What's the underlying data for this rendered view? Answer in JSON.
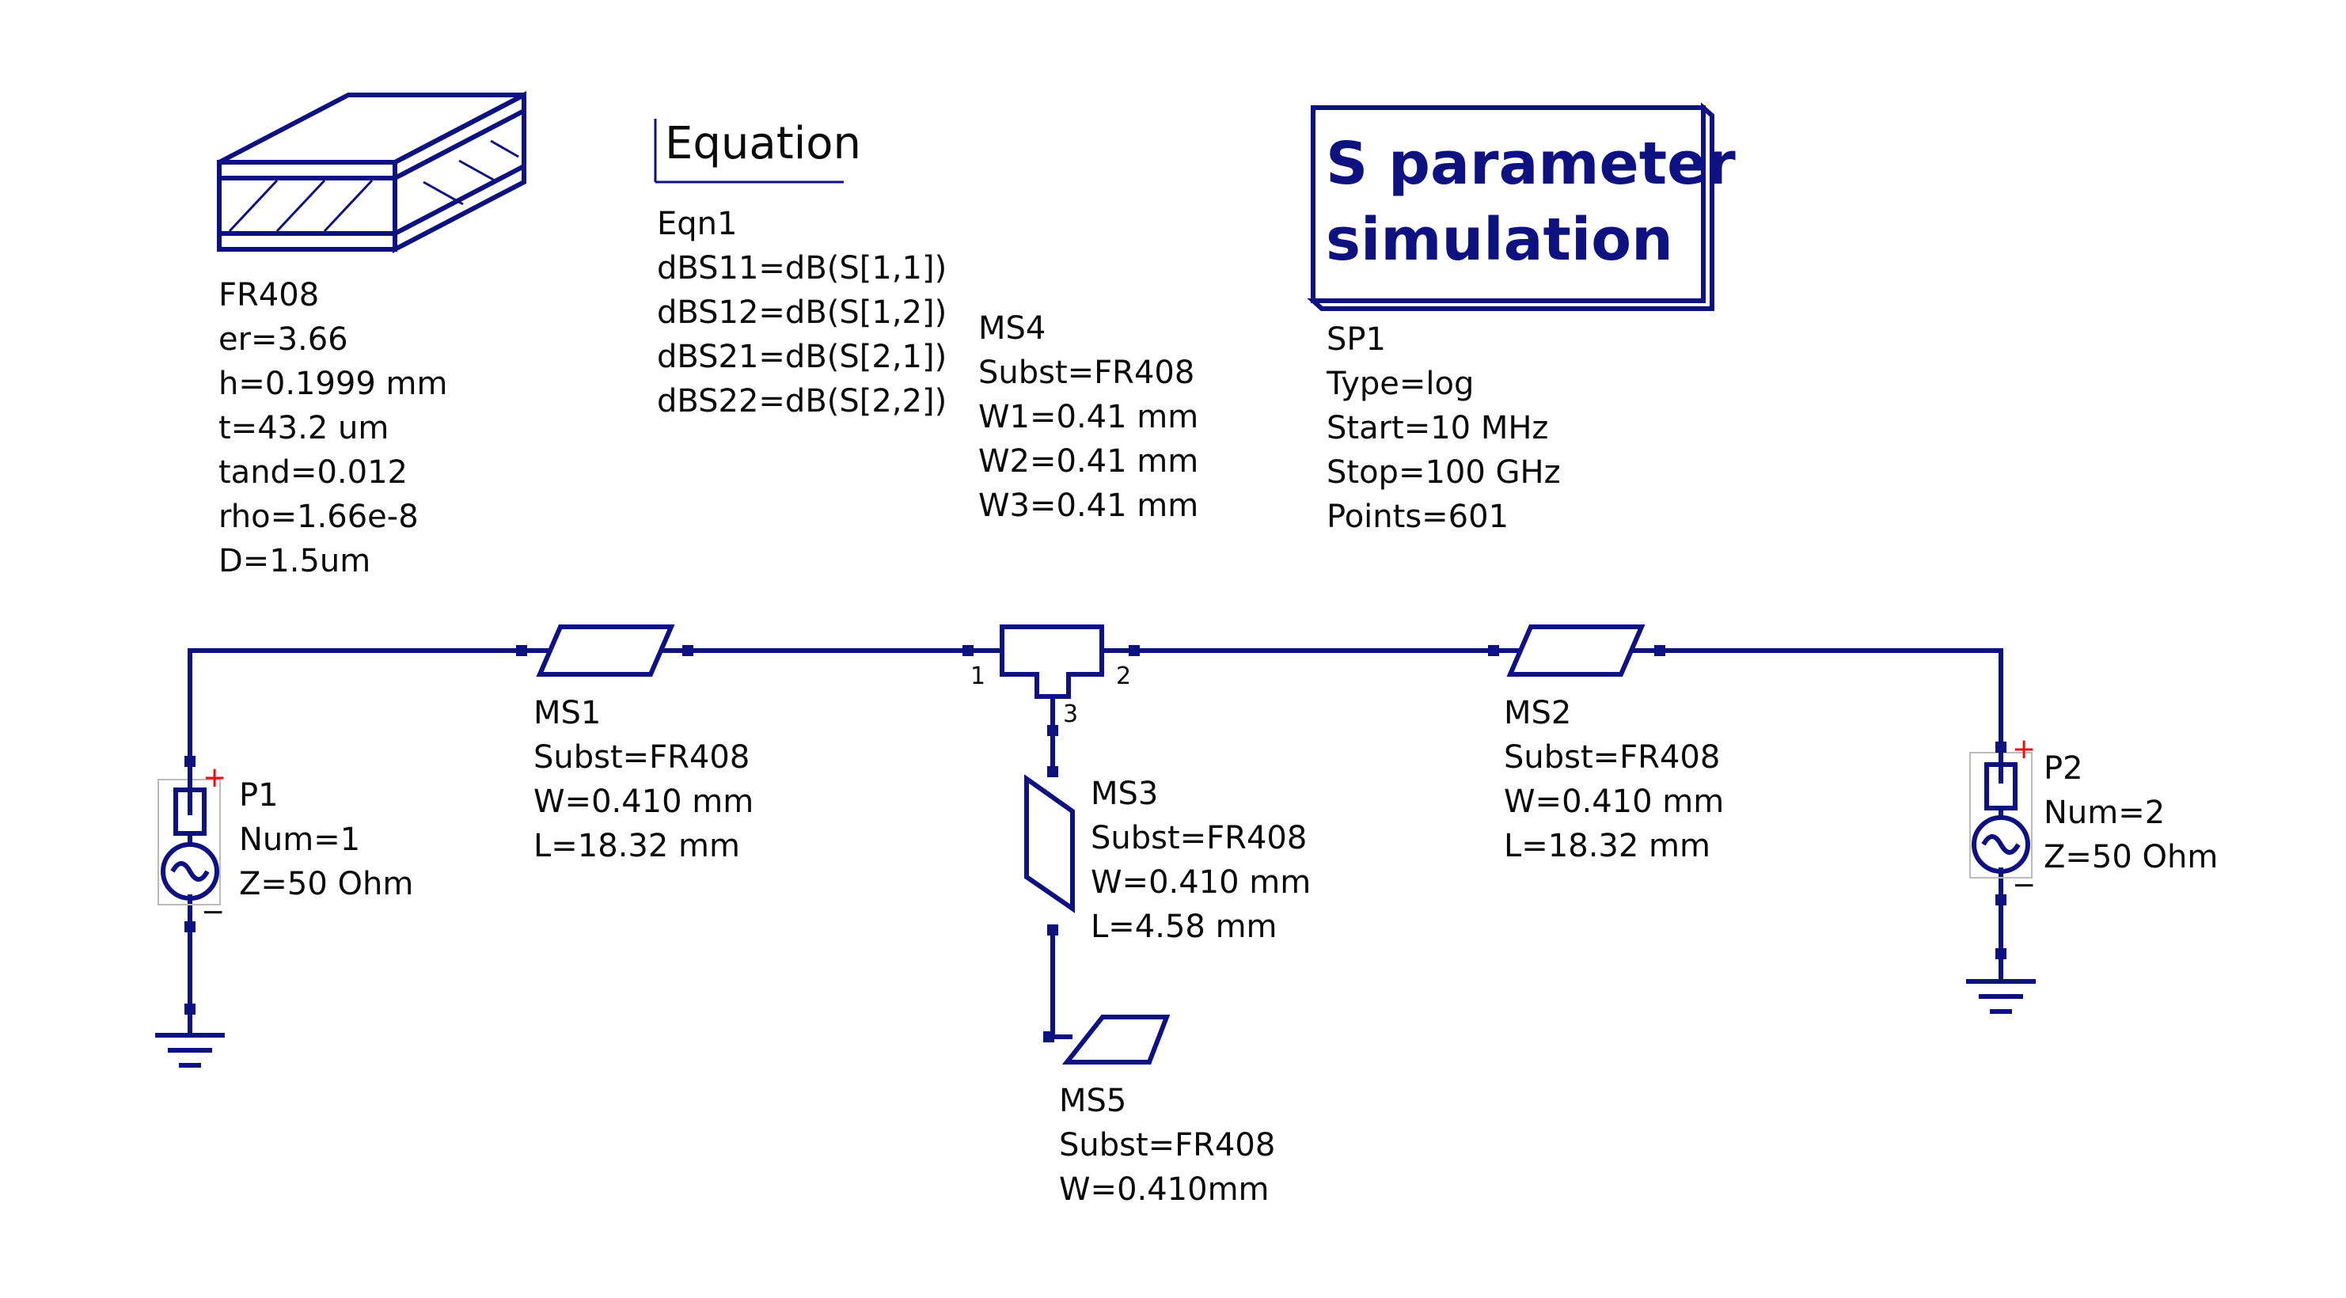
{
  "substrate": {
    "name": "FR408",
    "props": [
      "er=3.66",
      "h=0.1999 mm",
      "t=43.2 um",
      "tand=0.012",
      "rho=1.66e-8",
      "D=1.5um"
    ]
  },
  "equation": {
    "title": "Equation",
    "name": "Eqn1",
    "props": [
      "dBS11=dB(S[1,1])",
      "dBS12=dB(S[1,2])",
      "dBS21=dB(S[2,1])",
      "dBS22=dB(S[2,2])"
    ]
  },
  "tee": {
    "name": "MS4",
    "props": [
      "Subst=FR408",
      "W1=0.41 mm",
      "W2=0.41 mm",
      "W3=0.41 mm"
    ],
    "pin_labels": [
      "1",
      "2",
      "3"
    ]
  },
  "simulation": {
    "title_line1": "S parameter",
    "title_line2": "simulation",
    "name": "SP1",
    "props": [
      "Type=log",
      "Start=10 MHz",
      "Stop=100 GHz",
      "Points=601"
    ]
  },
  "port1": {
    "name": "P1",
    "props": [
      "Num=1",
      "Z=50 Ohm"
    ],
    "plus": "+",
    "minus": "−"
  },
  "port2": {
    "name": "P2",
    "props": [
      "Num=2",
      "Z=50 Ohm"
    ],
    "plus": "+",
    "minus": "−"
  },
  "ms1": {
    "name": "MS1",
    "props": [
      "Subst=FR408",
      "W=0.410 mm",
      "L=18.32 mm"
    ]
  },
  "ms2": {
    "name": "MS2",
    "props": [
      "Subst=FR408",
      "W=0.410 mm",
      "L=18.32 mm"
    ]
  },
  "ms3": {
    "name": "MS3",
    "props": [
      "Subst=FR408",
      "W=0.410 mm",
      "L=4.58 mm"
    ]
  },
  "ms5": {
    "name": "MS5",
    "props": [
      "Subst=FR408",
      "W=0.410mm"
    ]
  },
  "colors": {
    "component": "#0d1280",
    "text": "#0a0a0a",
    "port_plus": "#e01010",
    "background": "#ffffff"
  }
}
